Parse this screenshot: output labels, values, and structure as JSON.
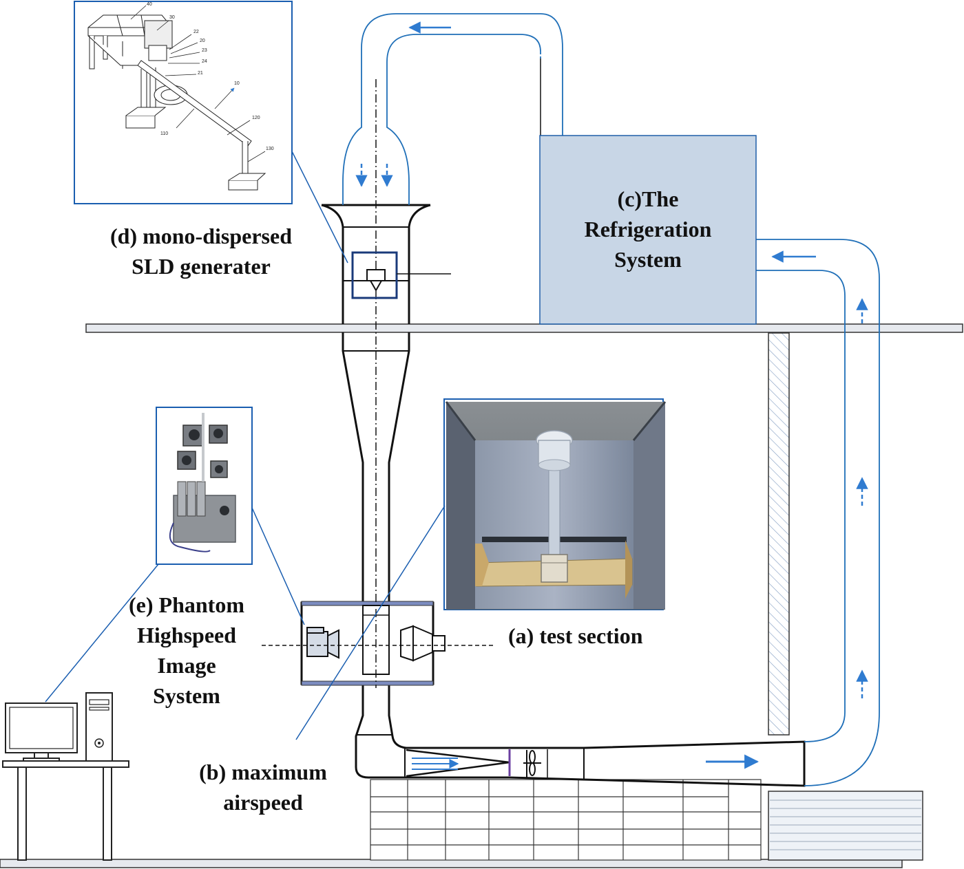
{
  "labels": {
    "refrigeration": [
      "(c)The",
      "Refrigeration",
      "System"
    ],
    "sld_generator": [
      "(d) mono-dispersed",
      "SLD generater"
    ],
    "phantom": [
      "(e) Phantom",
      "Highspeed",
      "Image",
      "System"
    ],
    "test_section": "(a) test section",
    "max_airspeed": [
      "(b) maximum",
      "airspeed"
    ]
  },
  "drawing_callouts": [
    "40",
    "30",
    "22",
    "20",
    "23",
    "24",
    "21",
    "10",
    "120",
    "110",
    "130"
  ],
  "colors": {
    "flow_line": "#1f6fb8",
    "arrow": "#2f7bd0",
    "refrigeration_box": "#c8d6e6",
    "box_border": "#1f5fa8",
    "frame_dark": "#111111",
    "inset_frame": "#1a5eb0"
  },
  "icons": [
    "flow-arrow-icon",
    "camera-icon",
    "light-source-icon",
    "nozzle-icon",
    "fan-icon",
    "computer-icon"
  ]
}
